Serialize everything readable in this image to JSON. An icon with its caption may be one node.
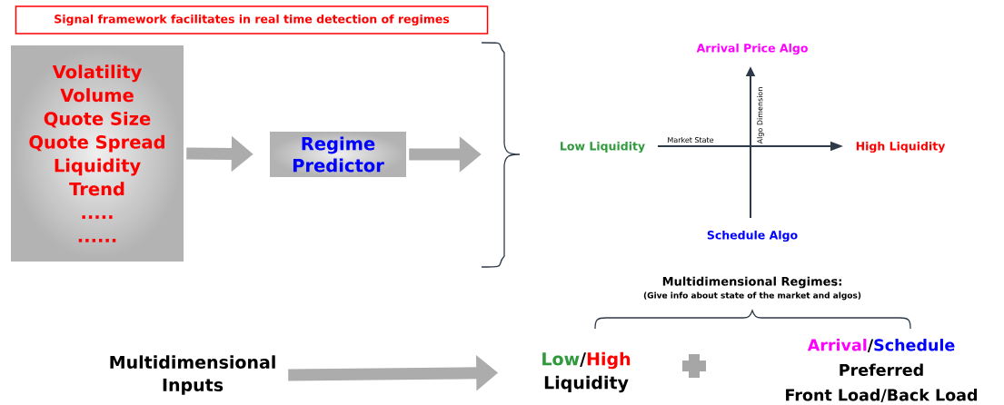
{
  "diagram": {
    "nodes": [
      {
        "text": [
          "Signal framework facilitates in real time detection of regimes"
        ]
      },
      {
        "text": [
          "Volatility",
          "Volume",
          "Quote Size",
          "Quote Spread",
          "Liquidity",
          "Trend",
          ".....",
          "......"
        ]
      },
      {
        "text": [
          "Regime Predictor"
        ]
      },
      {
        "text": [],
        "shape": "brace"
      },
      {
        "text": [
          "Multidimensional Inputs"
        ]
      },
      {
        "text": [
          "Low",
          "/",
          "High",
          "Liquidity"
        ]
      },
      {
        "text": [
          "Arrival",
          "/",
          "Schedule",
          "Preferred",
          "Front Load/Back Load"
        ]
      }
    ],
    "edges": [
      {
        "from": 1,
        "to": 2,
        "arrow": "to"
      },
      {
        "from": 2,
        "to": 3,
        "arrow": "to"
      },
      {
        "from": 4,
        "to": 5,
        "arrow": "to"
      }
    ],
    "labels": [
      "Arrival Price Algo",
      "Market State",
      "Algo Dimension",
      "Low Liquidity",
      "High Liquidity",
      "Schedule Algo",
      "Multidimensional Regimes:",
      "(Give info about state of the market and algos)"
    ]
  }
}
